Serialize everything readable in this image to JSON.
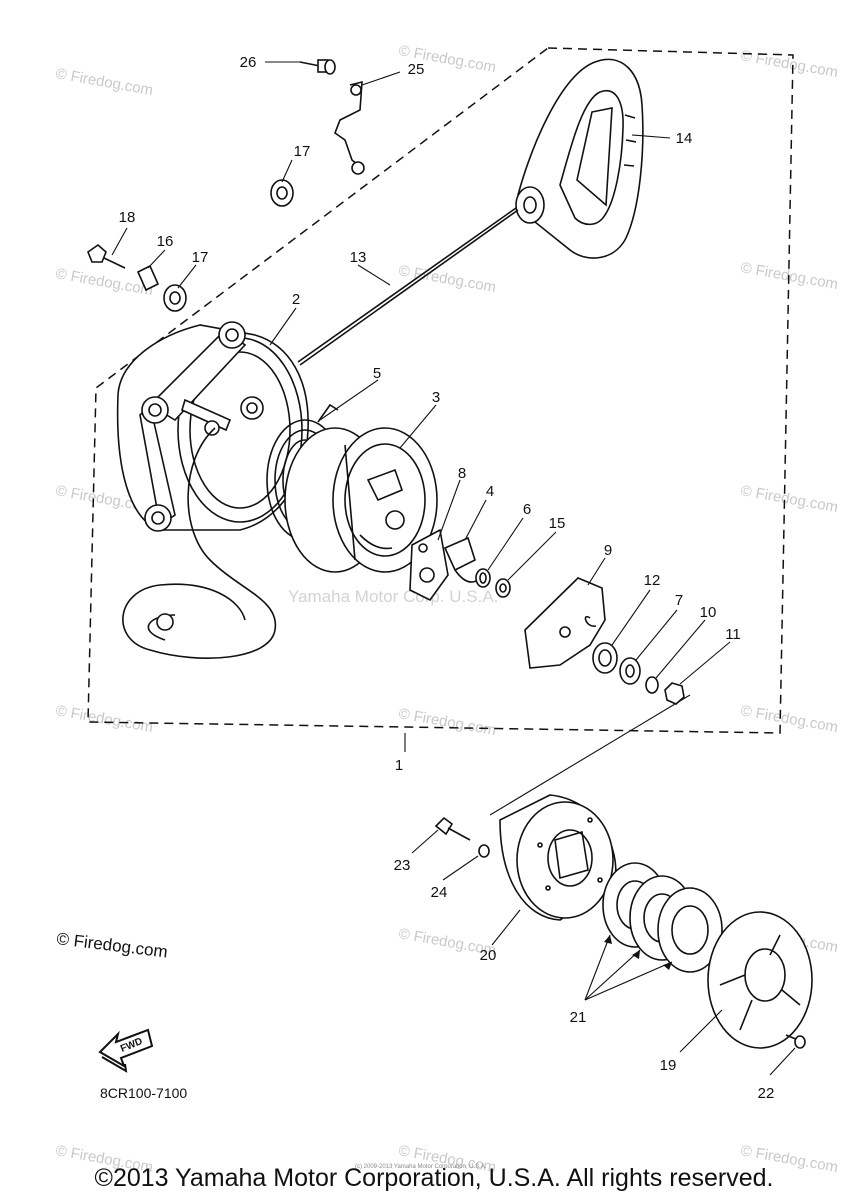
{
  "diagram": {
    "callouts": [
      {
        "id": "c1",
        "label": "1"
      },
      {
        "id": "c2",
        "label": "2"
      },
      {
        "id": "c3",
        "label": "3"
      },
      {
        "id": "c4",
        "label": "4"
      },
      {
        "id": "c5",
        "label": "5"
      },
      {
        "id": "c6",
        "label": "6"
      },
      {
        "id": "c7",
        "label": "7"
      },
      {
        "id": "c8",
        "label": "8"
      },
      {
        "id": "c9",
        "label": "9"
      },
      {
        "id": "c10",
        "label": "10"
      },
      {
        "id": "c11",
        "label": "11"
      },
      {
        "id": "c12",
        "label": "12"
      },
      {
        "id": "c13",
        "label": "13"
      },
      {
        "id": "c14",
        "label": "14"
      },
      {
        "id": "c15",
        "label": "15"
      },
      {
        "id": "c16",
        "label": "16"
      },
      {
        "id": "c17a",
        "label": "17"
      },
      {
        "id": "c17b",
        "label": "17"
      },
      {
        "id": "c18",
        "label": "18"
      },
      {
        "id": "c19",
        "label": "19"
      },
      {
        "id": "c20",
        "label": "20"
      },
      {
        "id": "c21",
        "label": "21"
      },
      {
        "id": "c22",
        "label": "22"
      },
      {
        "id": "c23",
        "label": "23"
      },
      {
        "id": "c24",
        "label": "24"
      },
      {
        "id": "c25",
        "label": "25"
      },
      {
        "id": "c26",
        "label": "26"
      }
    ],
    "fwd_label": "FWD",
    "diagram_code": "8CR100-7100",
    "firedog_note": "© Firedog.com",
    "watermark_center": "Yamaha Motor Corp. U.S.A.",
    "watermark_tile": "© Firedog.com",
    "small_print": "(c) 2009-2013 Yamaha Motor Corporation, U.S.A.",
    "copyright": "©2013 Yamaha Motor Corporation, U.S.A. All rights reserved."
  }
}
